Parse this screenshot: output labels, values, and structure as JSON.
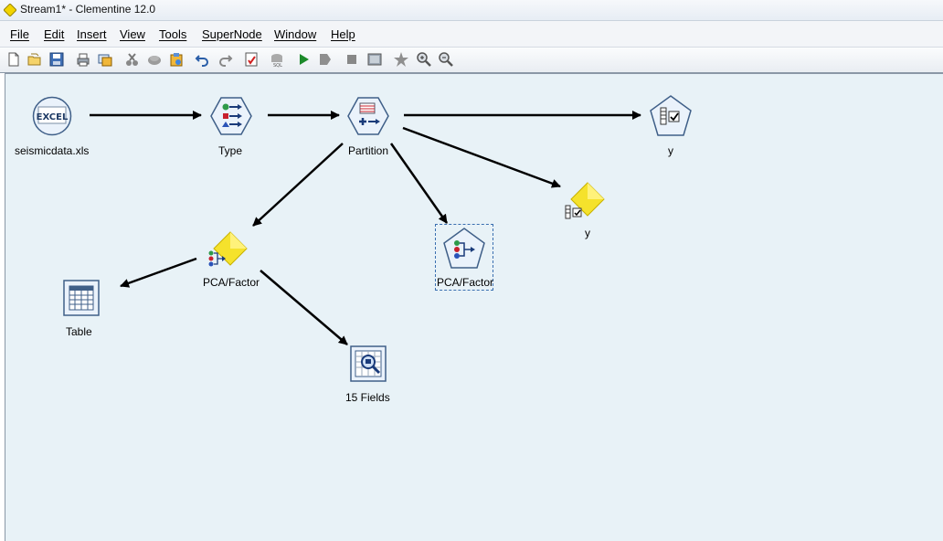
{
  "window": {
    "title": "Stream1* - Clementine 12.0"
  },
  "menu": [
    "File",
    "Edit",
    "Insert",
    "View",
    "Tools",
    "SuperNode",
    "Window",
    "Help"
  ],
  "toolbar": {
    "icons": [
      "new-stream",
      "open-stream",
      "save-stream",
      "print",
      "print-setup",
      "cut",
      "copy",
      "paste",
      "undo",
      "redo",
      "check",
      "sql",
      "run",
      "run-selection",
      "stop",
      "preview",
      "favorite",
      "zoom-in",
      "zoom-out"
    ]
  },
  "canvas": {
    "nodes": {
      "excel": {
        "label": "seismicdata.xls",
        "icon_text": "EXCEL"
      },
      "type": {
        "label": "Type"
      },
      "partition": {
        "label": "Partition"
      },
      "y_output": {
        "label": "y"
      },
      "y_model": {
        "label": "y"
      },
      "pca_model": {
        "label": "PCA/Factor"
      },
      "pca_modeler": {
        "label": "PCA/Factor"
      },
      "table": {
        "label": "Table"
      },
      "fields": {
        "label": "15 Fields"
      }
    }
  }
}
